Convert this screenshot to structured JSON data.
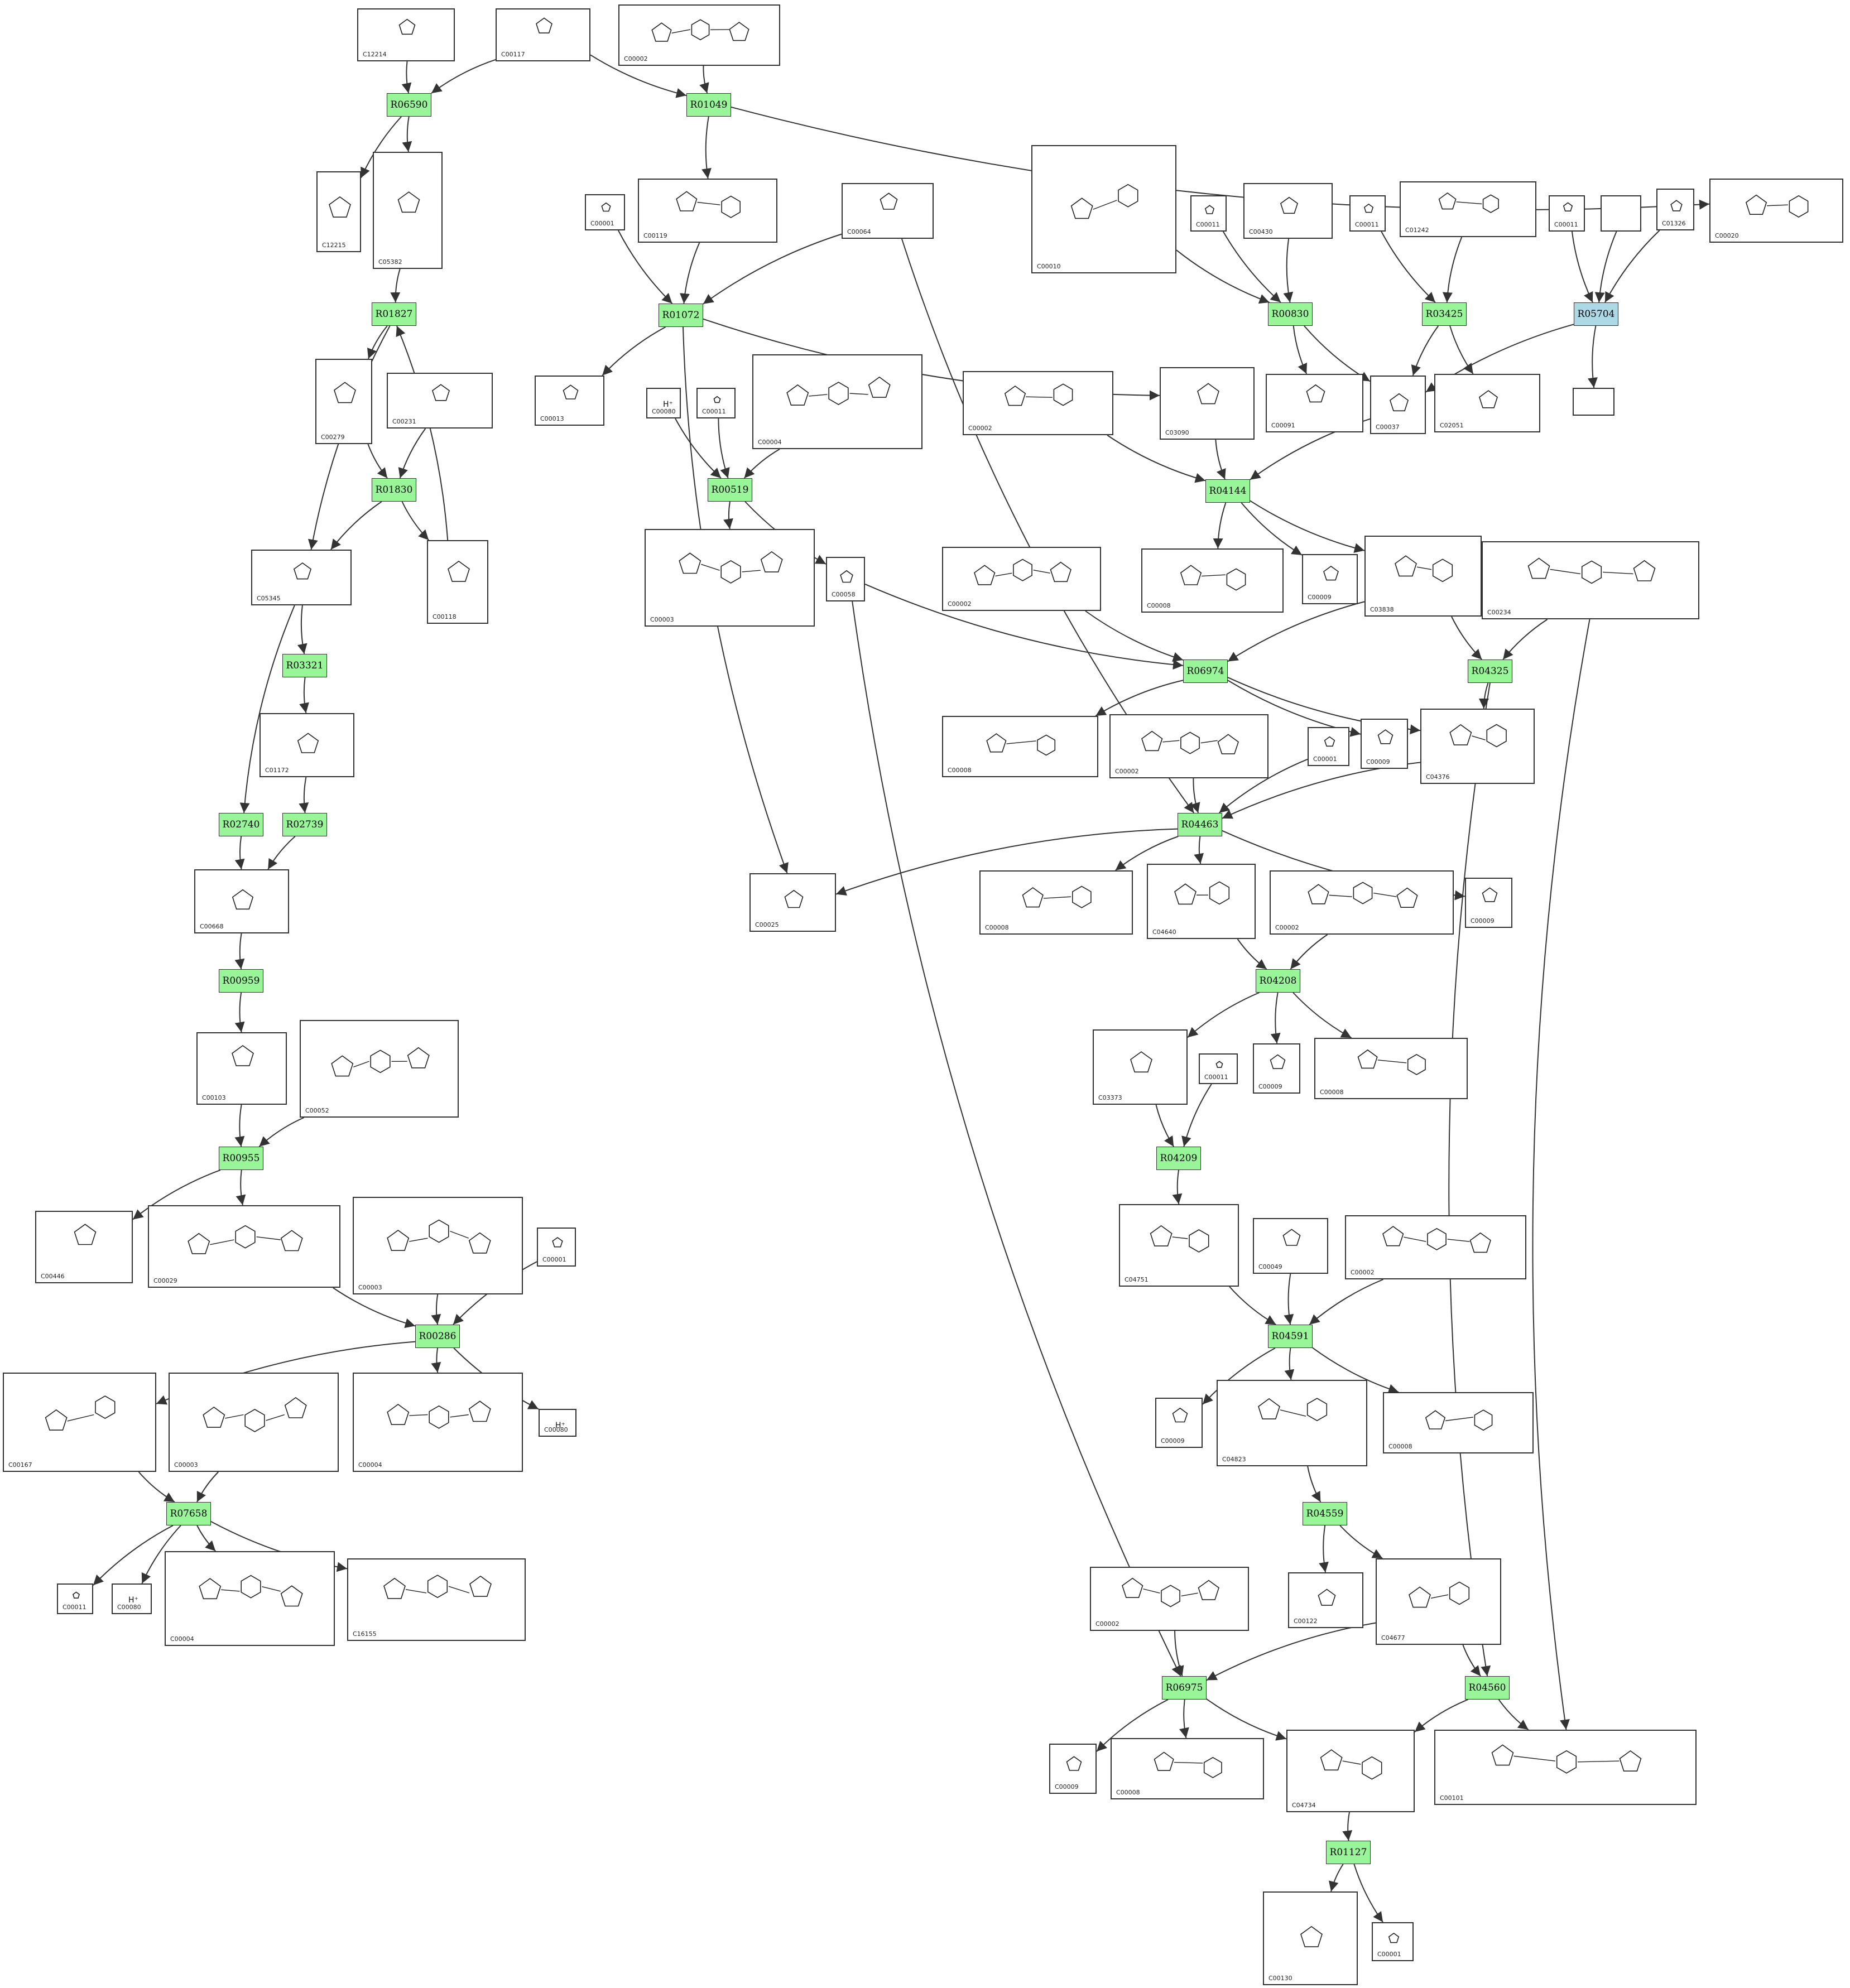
{
  "colors": {
    "reaction": "#98f598",
    "reaction_alt": "#add8e6",
    "edge": "#333333"
  },
  "reactions": [
    {
      "id": "R06590",
      "style": "reaction"
    },
    {
      "id": "R01049",
      "style": "reaction"
    },
    {
      "id": "R01827",
      "style": "reaction"
    },
    {
      "id": "R01072",
      "style": "reaction"
    },
    {
      "id": "R00830",
      "style": "reaction"
    },
    {
      "id": "R03425",
      "style": "reaction"
    },
    {
      "id": "R05704",
      "style": "reaction_alt"
    },
    {
      "id": "R01830",
      "style": "reaction"
    },
    {
      "id": "R00519",
      "style": "reaction"
    },
    {
      "id": "R04144",
      "style": "reaction"
    },
    {
      "id": "R03321",
      "style": "reaction"
    },
    {
      "id": "R06974",
      "style": "reaction"
    },
    {
      "id": "R04325",
      "style": "reaction"
    },
    {
      "id": "R02740",
      "style": "reaction"
    },
    {
      "id": "R02739",
      "style": "reaction"
    },
    {
      "id": "R04463",
      "style": "reaction"
    },
    {
      "id": "R00959",
      "style": "reaction"
    },
    {
      "id": "R04208",
      "style": "reaction"
    },
    {
      "id": "R00955",
      "style": "reaction"
    },
    {
      "id": "R04209",
      "style": "reaction"
    },
    {
      "id": "R00286",
      "style": "reaction"
    },
    {
      "id": "R04591",
      "style": "reaction"
    },
    {
      "id": "R07658",
      "style": "reaction"
    },
    {
      "id": "R04559",
      "style": "reaction"
    },
    {
      "id": "R06975",
      "style": "reaction"
    },
    {
      "id": "R04560",
      "style": "reaction"
    },
    {
      "id": "R01127",
      "style": "reaction"
    }
  ],
  "compounds": [
    {
      "key": "c12214",
      "id": "C12214"
    },
    {
      "key": "c00117",
      "id": "C00117"
    },
    {
      "key": "c00002_top",
      "id": "C00002"
    },
    {
      "key": "c12215",
      "id": "C12215"
    },
    {
      "key": "c05382",
      "id": "C05382"
    },
    {
      "key": "c00001_a",
      "id": "C00001"
    },
    {
      "key": "c00119",
      "id": "C00119"
    },
    {
      "key": "c00064",
      "id": "C00064"
    },
    {
      "key": "c00010",
      "id": "C00010"
    },
    {
      "key": "c00011_a",
      "id": "C00011"
    },
    {
      "key": "c00430",
      "id": "C00430"
    },
    {
      "key": "c00011_b",
      "id": "C00011"
    },
    {
      "key": "c01242",
      "id": "C01242"
    },
    {
      "key": "c00011_c",
      "id": "C00011"
    },
    {
      "key": "empty_a",
      "id": ""
    },
    {
      "key": "c01326",
      "id": "C01326"
    },
    {
      "key": "c00020",
      "id": "C00020"
    },
    {
      "key": "c00279",
      "id": "C00279"
    },
    {
      "key": "c00231",
      "id": "C00231"
    },
    {
      "key": "c00013",
      "id": "C00013"
    },
    {
      "key": "c00080_a",
      "id": "C00080",
      "label": "H⁺"
    },
    {
      "key": "c00011_d",
      "id": "C00011"
    },
    {
      "key": "c00004_a",
      "id": "C00004"
    },
    {
      "key": "c00002_b",
      "id": "C00002"
    },
    {
      "key": "c03090",
      "id": "C03090"
    },
    {
      "key": "c00091",
      "id": "C00091"
    },
    {
      "key": "c00037",
      "id": "C00037"
    },
    {
      "key": "c02051",
      "id": "C02051"
    },
    {
      "key": "empty_b",
      "id": ""
    },
    {
      "key": "c05345",
      "id": "C05345"
    },
    {
      "key": "c00118",
      "id": "C00118"
    },
    {
      "key": "c00003_a",
      "id": "C00003"
    },
    {
      "key": "c00058",
      "id": "C00058"
    },
    {
      "key": "c00002_c",
      "id": "C00002"
    },
    {
      "key": "c00008_a",
      "id": "C00008"
    },
    {
      "key": "c00009_a",
      "id": "C00009"
    },
    {
      "key": "c03838",
      "id": "C03838"
    },
    {
      "key": "c00234",
      "id": "C00234"
    },
    {
      "key": "c01172",
      "id": "C01172"
    },
    {
      "key": "c00008_b",
      "id": "C00008"
    },
    {
      "key": "c00002_d",
      "id": "C00002"
    },
    {
      "key": "c00001_b",
      "id": "C00001"
    },
    {
      "key": "c00009_b",
      "id": "C00009"
    },
    {
      "key": "c04376",
      "id": "C04376"
    },
    {
      "key": "c00668",
      "id": "C00668"
    },
    {
      "key": "c00025",
      "id": "C00025"
    },
    {
      "key": "c00008_c",
      "id": "C00008"
    },
    {
      "key": "c04640",
      "id": "C04640"
    },
    {
      "key": "c00002_e",
      "id": "C00002"
    },
    {
      "key": "c00009_c",
      "id": "C00009"
    },
    {
      "key": "c00103",
      "id": "C00103"
    },
    {
      "key": "c00052",
      "id": "C00052"
    },
    {
      "key": "c03373",
      "id": "C03373"
    },
    {
      "key": "c00011_e",
      "id": "C00011"
    },
    {
      "key": "c00009_d",
      "id": "C00009"
    },
    {
      "key": "c00008_d",
      "id": "C00008"
    },
    {
      "key": "c00446",
      "id": "C00446"
    },
    {
      "key": "c00029",
      "id": "C00029"
    },
    {
      "key": "c00003_b",
      "id": "C00003"
    },
    {
      "key": "c00001_c",
      "id": "C00001"
    },
    {
      "key": "c04751",
      "id": "C04751"
    },
    {
      "key": "c00049",
      "id": "C00049"
    },
    {
      "key": "c00002_f",
      "id": "C00002"
    },
    {
      "key": "c00167",
      "id": "C00167"
    },
    {
      "key": "c00003_c",
      "id": "C00003"
    },
    {
      "key": "c00004_b",
      "id": "C00004"
    },
    {
      "key": "c00080_b",
      "id": "C00080",
      "label": "H⁺"
    },
    {
      "key": "c00009_e",
      "id": "C00009"
    },
    {
      "key": "c04823",
      "id": "C04823"
    },
    {
      "key": "c00008_e",
      "id": "C00008"
    },
    {
      "key": "c00011_f",
      "id": "C00011"
    },
    {
      "key": "c00080_c",
      "id": "C00080",
      "label": "H⁺"
    },
    {
      "key": "c00004_c",
      "id": "C00004"
    },
    {
      "key": "c16155",
      "id": "C16155"
    },
    {
      "key": "c00002_g",
      "id": "C00002"
    },
    {
      "key": "c00122",
      "id": "C00122"
    },
    {
      "key": "c04677",
      "id": "C04677"
    },
    {
      "key": "c00009_f",
      "id": "C00009"
    },
    {
      "key": "c00008_f",
      "id": "C00008"
    },
    {
      "key": "c04734",
      "id": "C04734"
    },
    {
      "key": "c00101",
      "id": "C00101"
    },
    {
      "key": "c00130",
      "id": "C00130"
    },
    {
      "key": "c00001_d",
      "id": "C00001"
    }
  ]
}
